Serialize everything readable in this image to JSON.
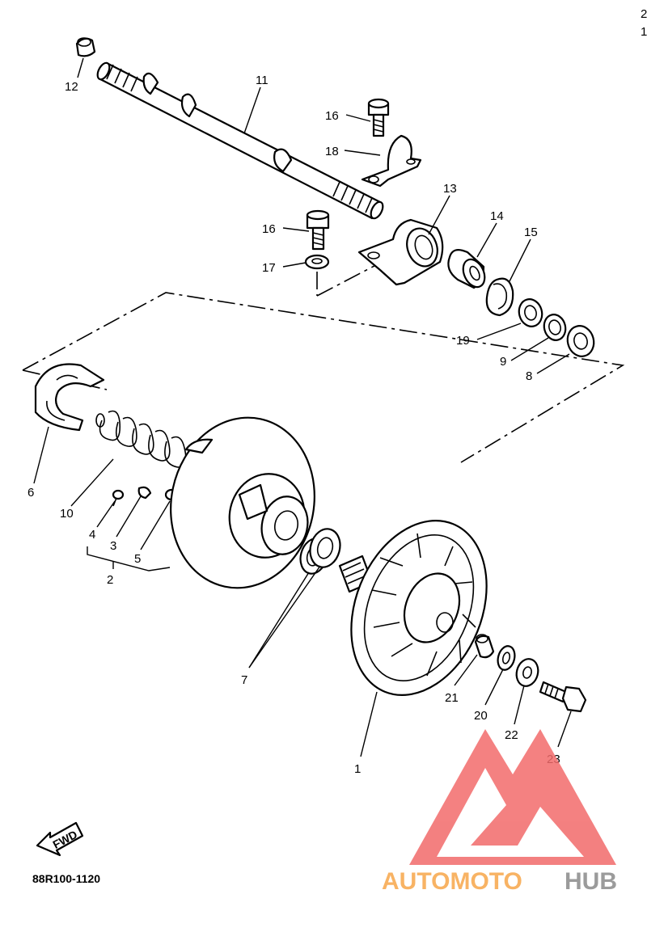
{
  "callouts": {
    "c1": "1",
    "c2": "2",
    "c3": "3",
    "c4": "4",
    "c5": "5",
    "c6": "6",
    "c7": "7",
    "c8": "8",
    "c9": "9",
    "c10": "10",
    "c11": "11",
    "c12": "12",
    "c13": "13",
    "c14": "14",
    "c15": "15",
    "c16a": "16",
    "c16b": "16",
    "c17": "17",
    "c18": "18",
    "c19": "19",
    "c20": "20",
    "c21": "21",
    "c22": "22",
    "c23": "23"
  },
  "diagram_code": "88R100-1120",
  "fwd_arrow": {
    "label": "FWD"
  },
  "watermark": {
    "text_orange": "AUTOMOTO",
    "text_gray": "HUB",
    "color_red": "#f26b6b",
    "color_orange": "#f7a64a",
    "color_gray": "#8a8a8a"
  },
  "corner_marks": {
    "a": "2",
    "b": "1"
  }
}
